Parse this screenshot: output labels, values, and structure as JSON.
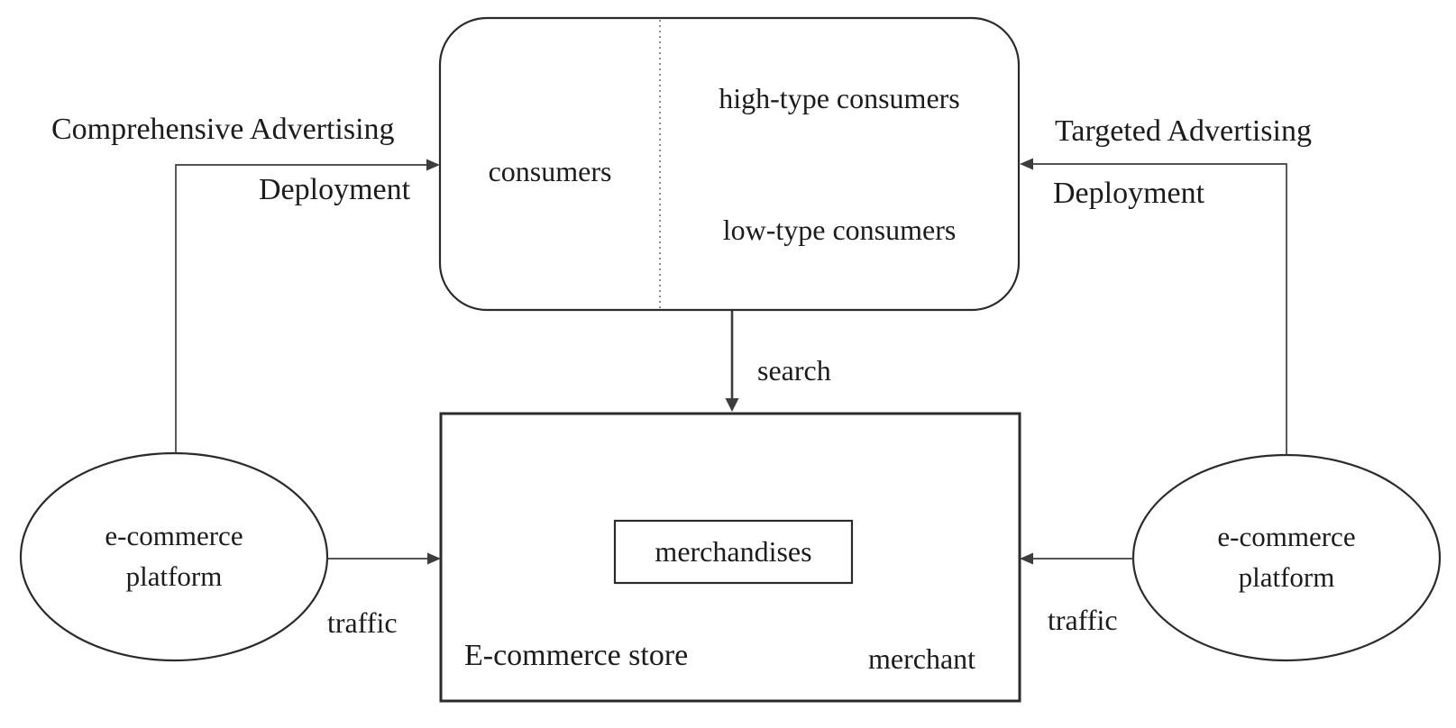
{
  "colors": {
    "line": "#3d3d3d",
    "box_border": "#2b2b2b",
    "text": "#1c1c1c",
    "background": "#ffffff"
  },
  "consumers_box": {
    "label": "consumers",
    "high_type_label": "high-type consumers",
    "low_type_label": "low-type consumers"
  },
  "comprehensive_ad": {
    "line1": "Comprehensive Advertising",
    "line2": "Deployment"
  },
  "targeted_ad": {
    "line1": "Targeted Advertising",
    "line2": "Deployment"
  },
  "search_label": "search",
  "store": {
    "name": "E-commerce store",
    "merchandises": "merchandises",
    "merchant": "merchant"
  },
  "left_platform": {
    "line1": "e-commerce",
    "line2": "platform",
    "traffic_label": "traffic"
  },
  "right_platform": {
    "line1": "e-commerce",
    "line2": "platform",
    "traffic_label": "traffic"
  }
}
